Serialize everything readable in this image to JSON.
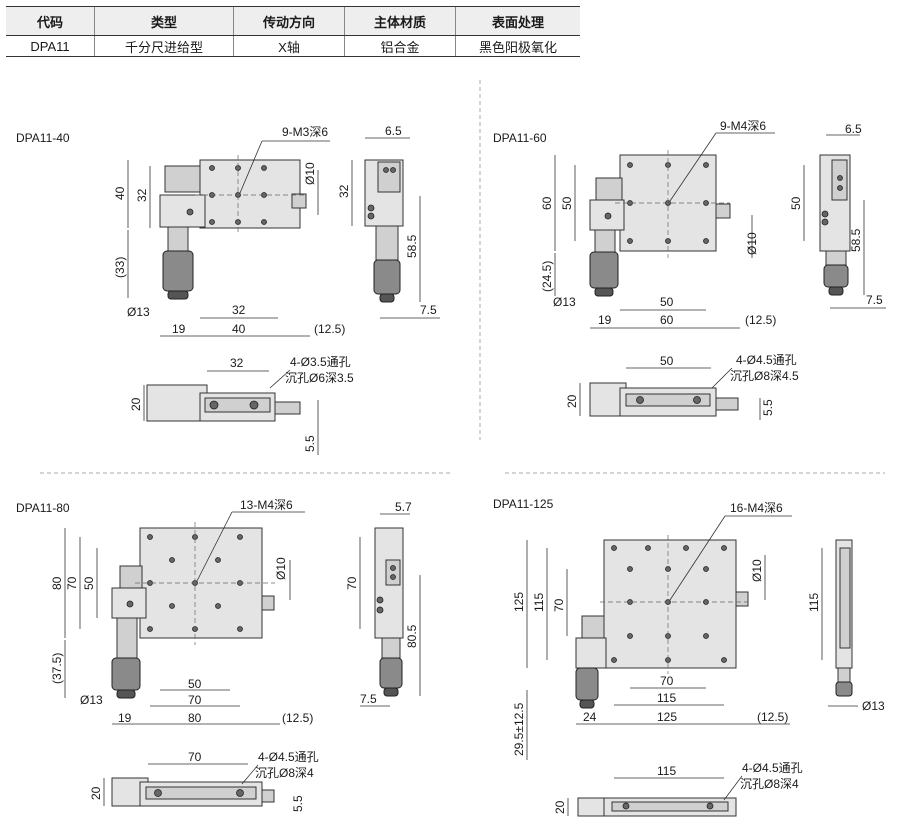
{
  "spec_table": {
    "headers": [
      "代码",
      "类型",
      "传动方向",
      "主体材质",
      "表面处理"
    ],
    "row": [
      "DPA11",
      "千分尺进给型",
      "X轴",
      "铝合金",
      "黑色阳极氧化"
    ]
  },
  "models": {
    "m40": {
      "name": "DPA11-40",
      "tap_note": "9-M3深6",
      "hole_note_1": "4-Ø3.5通孔",
      "hole_note_2": "沉孔Ø6深3.5",
      "dims": {
        "h_outer": "40",
        "h_inner": "32",
        "h_ref": "(33)",
        "shaft_dia": "Ø13",
        "w_offset": "19",
        "w_total": "40",
        "w_inner": "32",
        "travel": "(12.5)",
        "knob_dia": "Ø10",
        "side_w": "6.5",
        "side_h": "32",
        "side_len": "58.5",
        "side_off": "7.5",
        "bottom_w": "32",
        "bottom_h": "20",
        "bottom_off": "5.5"
      }
    },
    "m60": {
      "name": "DPA11-60",
      "tap_note": "9-M4深6",
      "hole_note_1": "4-Ø4.5通孔",
      "hole_note_2": "沉孔Ø8深4.5",
      "dims": {
        "h_outer": "60",
        "h_inner": "50",
        "h_ref": "(24.5)",
        "shaft_dia": "Ø13",
        "w_offset": "19",
        "w_total": "60",
        "w_inner": "50",
        "travel": "(12.5)",
        "knob_dia": "Ø10",
        "side_w": "6.5",
        "side_h": "50",
        "side_len": "58.5",
        "side_off": "7.5",
        "bottom_w": "50",
        "bottom_h": "20",
        "bottom_off": "5.5"
      }
    },
    "m80": {
      "name": "DPA11-80",
      "tap_note": "13-M4深6",
      "hole_note_1": "4-Ø4.5通孔",
      "hole_note_2": "沉孔Ø8深4",
      "dims": {
        "h_outer": "80",
        "h_mid": "70",
        "h_inner": "50",
        "h_ref": "(37.5)",
        "shaft_dia": "Ø13",
        "w_offset": "19",
        "w_total": "80",
        "w_mid": "70",
        "w_inner": "50",
        "travel": "(12.5)",
        "knob_dia": "Ø10",
        "side_w": "5.7",
        "side_h": "70",
        "side_len": "80.5",
        "side_off": "7.5",
        "bottom_w": "70",
        "bottom_h": "20",
        "bottom_off": "5.5"
      }
    },
    "m125": {
      "name": "DPA11-125",
      "tap_note": "16-M4深6",
      "hole_note_1": "4-Ø4.5通孔",
      "hole_note_2": "沉孔Ø8深4",
      "dims": {
        "h_outer": "125",
        "h_mid": "115",
        "h_inner": "70",
        "h_ref": "29.5±12.5",
        "w_offset": "24",
        "w_total": "125",
        "w_mid": "115",
        "w_inner": "70",
        "travel": "(12.5)",
        "knob_dia": "Ø10",
        "side_h": "115",
        "side_dia": "Ø13",
        "bottom_w": "115",
        "bottom_h": "20"
      }
    }
  }
}
